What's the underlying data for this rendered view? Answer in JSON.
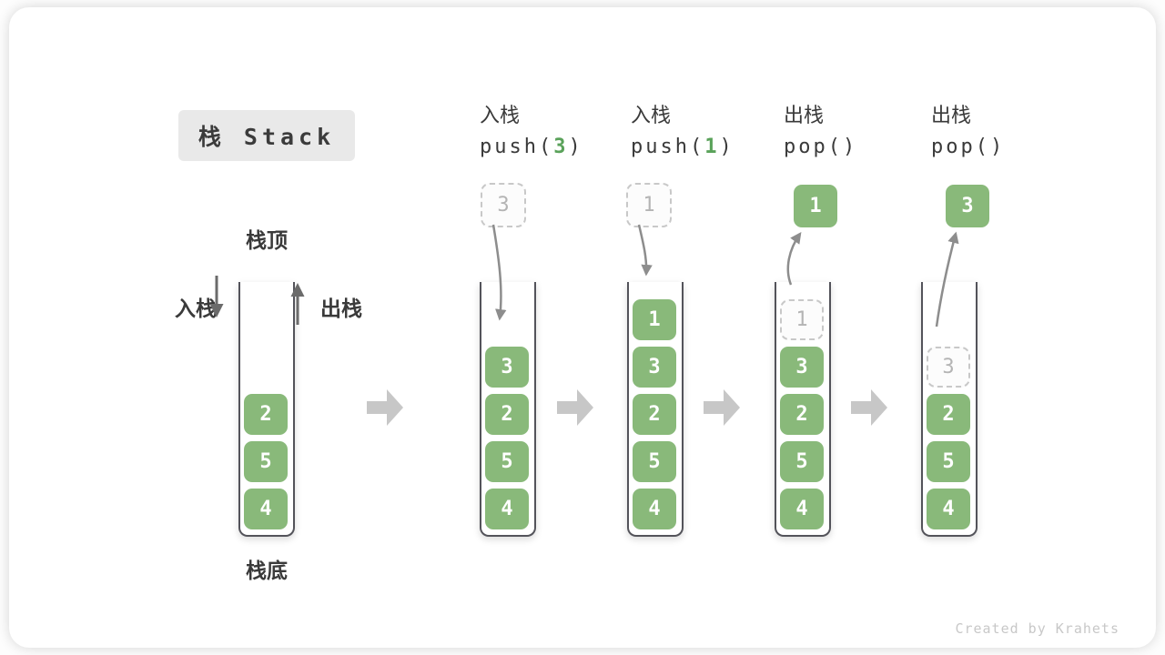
{
  "title": "栈 Stack",
  "side_labels": {
    "stack_top": "栈顶",
    "stack_bottom": "栈底",
    "push": "入栈",
    "pop": "出栈"
  },
  "columns": [
    {
      "op": "入栈",
      "call_pre": "push(",
      "call_arg": "3",
      "call_post": ")"
    },
    {
      "op": "入栈",
      "call_pre": "push(",
      "call_arg": "1",
      "call_post": ")"
    },
    {
      "op": "出栈",
      "call_pre": "pop(",
      "call_arg": "",
      "call_post": ")"
    },
    {
      "op": "出栈",
      "call_pre": "pop(",
      "call_arg": "",
      "call_post": ")"
    }
  ],
  "floating_boxes": [
    {
      "value": "3",
      "style": "dashed"
    },
    {
      "value": "1",
      "style": "dashed"
    },
    {
      "value": "1",
      "style": "solid"
    },
    {
      "value": "3",
      "style": "solid"
    }
  ],
  "stacks": [
    {
      "items": [
        {
          "value": "2",
          "style": "solid"
        },
        {
          "value": "5",
          "style": "solid"
        },
        {
          "value": "4",
          "style": "solid"
        }
      ]
    },
    {
      "items": [
        {
          "value": "3",
          "style": "solid"
        },
        {
          "value": "2",
          "style": "solid"
        },
        {
          "value": "5",
          "style": "solid"
        },
        {
          "value": "4",
          "style": "solid"
        }
      ]
    },
    {
      "items": [
        {
          "value": "1",
          "style": "solid"
        },
        {
          "value": "3",
          "style": "solid"
        },
        {
          "value": "2",
          "style": "solid"
        },
        {
          "value": "5",
          "style": "solid"
        },
        {
          "value": "4",
          "style": "solid"
        }
      ]
    },
    {
      "items": [
        {
          "value": "1",
          "style": "dashed"
        },
        {
          "value": "3",
          "style": "solid"
        },
        {
          "value": "2",
          "style": "solid"
        },
        {
          "value": "5",
          "style": "solid"
        },
        {
          "value": "4",
          "style": "solid"
        }
      ]
    },
    {
      "items": [
        {
          "value": "3",
          "style": "dashed"
        },
        {
          "value": "2",
          "style": "solid"
        },
        {
          "value": "5",
          "style": "solid"
        },
        {
          "value": "4",
          "style": "solid"
        }
      ]
    }
  ],
  "footer": {
    "credit": "Created by Krahets"
  },
  "colors": {
    "box_green": "#89b97a",
    "arg_green": "#5aa25a",
    "block_arrow_gray": "#c7c7c7",
    "curve_arrow_gray": "#8d8d8d",
    "straight_arrow_gray": "#6b6b6b",
    "dashed_border": "#c8c8c8",
    "dashed_text": "#b4b4b4",
    "stack_wall": "#53535a",
    "title_bg": "#e9e9e9",
    "text_dark": "#3a3a3a",
    "credit_gray": "#c8c8c8"
  }
}
